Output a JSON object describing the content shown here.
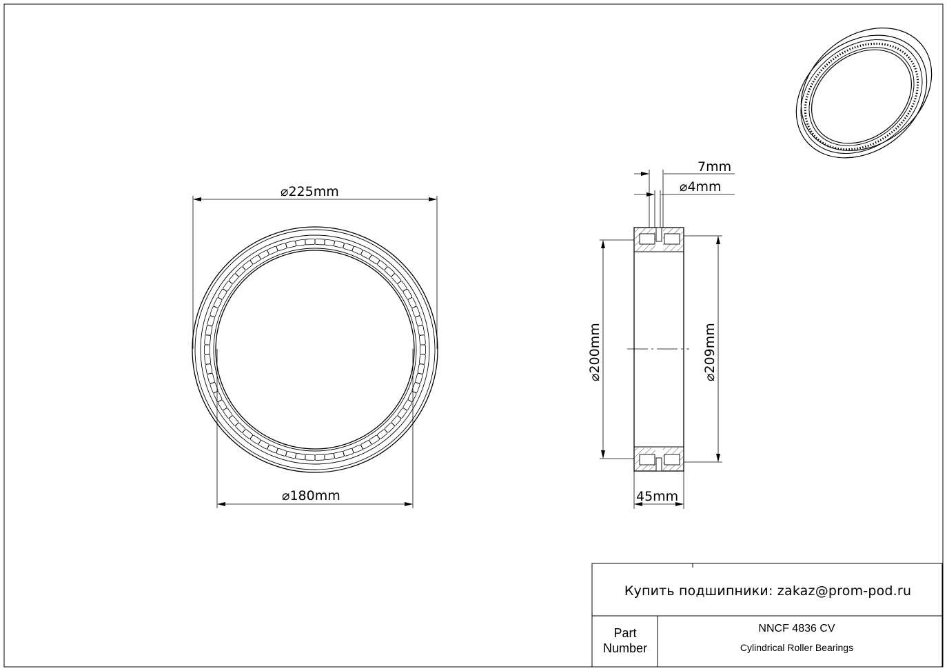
{
  "dimensions": {
    "outer_diameter": "225mm",
    "inner_diameter": "180mm",
    "dim_200": "200mm",
    "dim_209": "209mm",
    "width": "45mm",
    "dim_7": "7mm",
    "dim_4": "4mm",
    "diameter_symbol": "⌀"
  },
  "title_block": {
    "contact": "Купить подшипники: zakaz@prom-pod.ru",
    "part_label": "Part\nNumber",
    "part_number": "NNCF 4836 CV",
    "description": "Cylindrical Roller Bearings"
  }
}
